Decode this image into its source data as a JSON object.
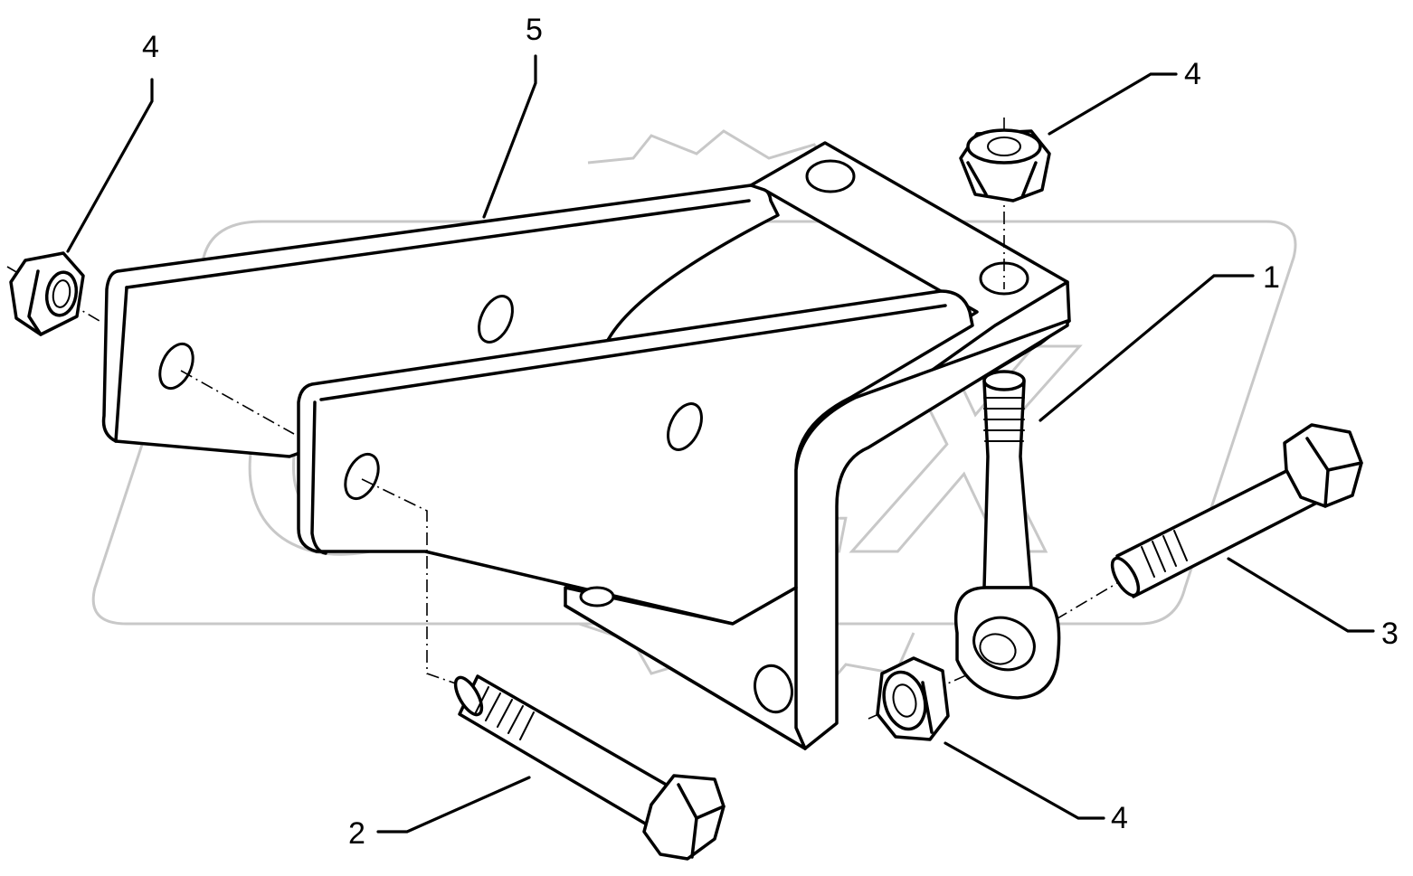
{
  "diagram": {
    "watermark_text": "OPEX",
    "callouts": {
      "part_1": "1",
      "part_2": "2",
      "part_3": "3",
      "part_4_top_left": "4",
      "part_4_top_right": "4",
      "part_4_bottom": "4",
      "part_5": "5"
    }
  }
}
